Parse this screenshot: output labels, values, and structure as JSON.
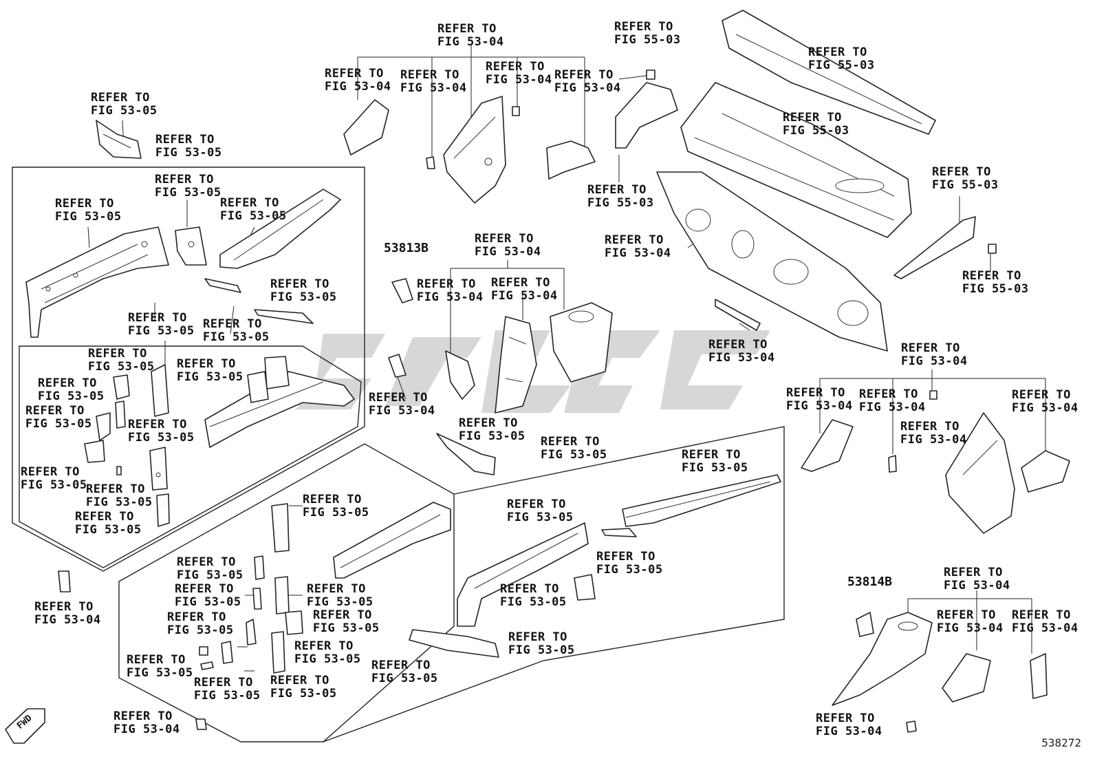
{
  "labels": {
    "fig_53_04": [
      "REFER TO",
      "FIG 53-04"
    ],
    "fig_53_05": [
      "REFER TO",
      "FIG 53-05"
    ],
    "fig_55_03": [
      "REFER TO",
      "FIG 55-03"
    ]
  },
  "part_numbers": [
    "53813B",
    "53814B"
  ],
  "diagram_number": "538272",
  "fwd_marker": "FWD",
  "watermark_color": "#c9c9c9"
}
